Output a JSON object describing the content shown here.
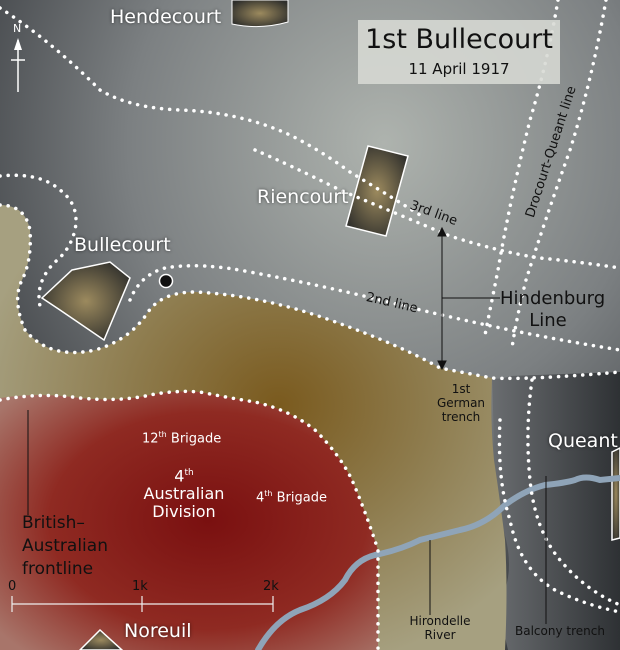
{
  "title": {
    "main": "1st Bullecourt",
    "date": "11 April 1917"
  },
  "north_label": "N",
  "towns": {
    "hendecourt": "Hendecourt",
    "riencourt": "Riencourt",
    "bullecourt": "Bullecourt",
    "queant": "Queant",
    "noreuil": "Noreuil"
  },
  "lines": {
    "third": "3rd line",
    "second": "2nd line",
    "drocourt": "Drocourt-Queant line",
    "hindenburg": [
      "Hindenburg",
      "Line"
    ],
    "first_trench": [
      "1st",
      "German",
      "trench"
    ],
    "balcony": "Balcony trench"
  },
  "river": [
    "Hirondelle",
    "River"
  ],
  "units": {
    "brigade12_num": "12",
    "brigade12_suffix": "th",
    "brigade12_word": " Brigade",
    "brigade4_num": "4",
    "brigade4_suffix": "th",
    "brigade4_word": " Brigade",
    "division_num": "4",
    "division_suffix": "th",
    "division_line2": "Australian",
    "division_line3": "Division"
  },
  "frontline": [
    "British–",
    "Australian",
    "frontline"
  ],
  "scale": {
    "ticks": [
      "0",
      "1k",
      "2k"
    ]
  },
  "colors": {
    "german_zone": "#5a5e62",
    "no_mans_land": "#8a7a4a",
    "british_zone": "#8a1c1c",
    "river": "#8fa4b8",
    "trench": "#ffffff"
  },
  "icons": {
    "north_arrow": "north-arrow-icon",
    "objective_marker": "black-dot-icon"
  }
}
